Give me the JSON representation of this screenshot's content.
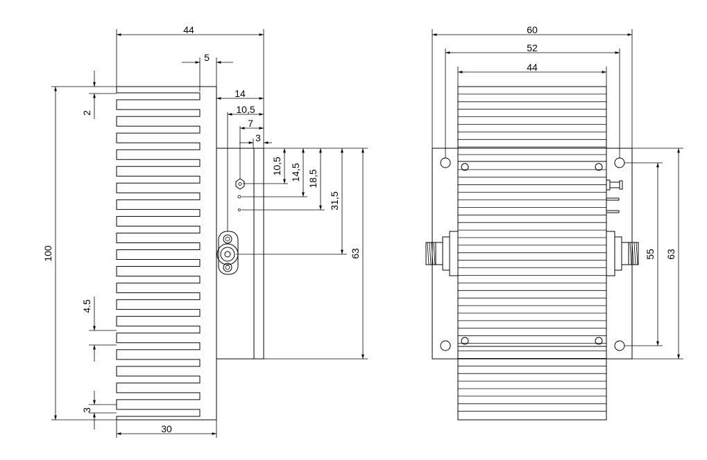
{
  "left_view": {
    "dims": {
      "width_44": "44",
      "fin_5": "5",
      "d14": "14",
      "d10_5": "10,5",
      "d7": "7",
      "d3": "3",
      "v10_5": "10,5",
      "v14_5": "14,5",
      "v18_5": "18,5",
      "v31_5": "31,5",
      "v63": "63",
      "h100": "100",
      "h2": "2",
      "h4_5": "4.5",
      "h3": "3",
      "w30": "30"
    }
  },
  "right_view": {
    "dims": {
      "w60": "60",
      "w52": "52",
      "w44": "44",
      "h55": "55",
      "h63": "63"
    }
  }
}
